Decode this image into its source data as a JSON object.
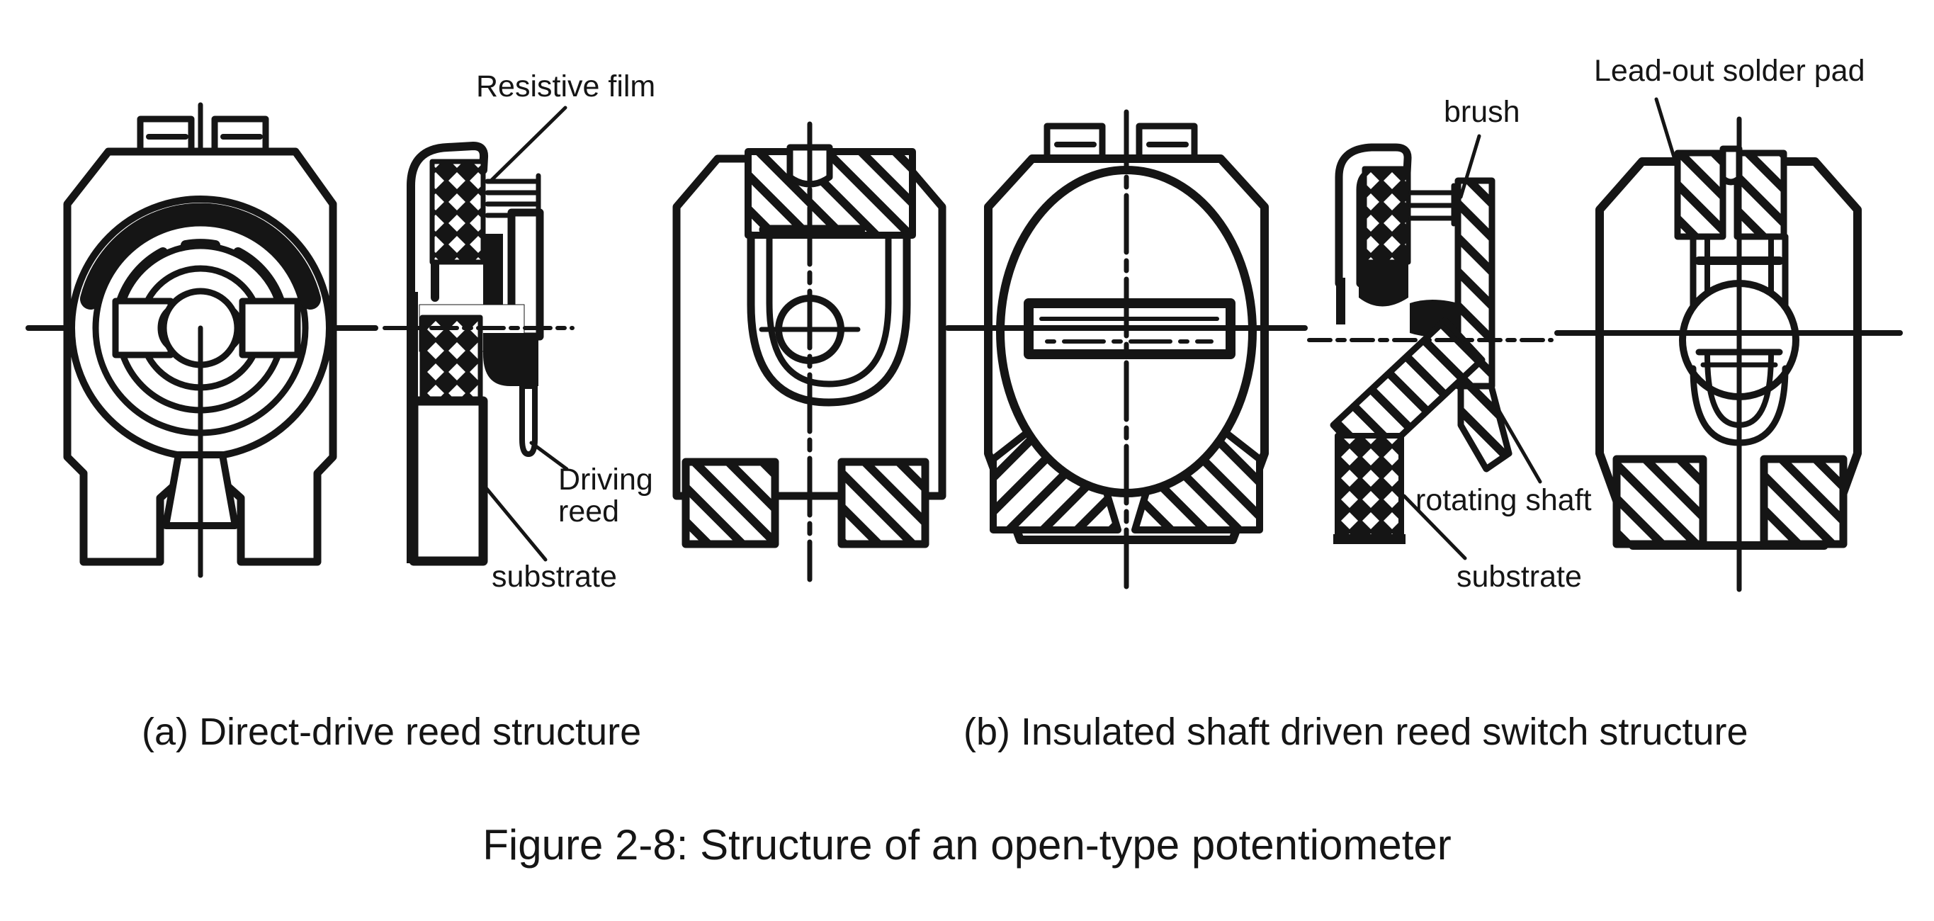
{
  "figure": {
    "title": "Figure 2-8: Structure of an open-type potentiometer",
    "captions": {
      "a": "(a) Direct-drive reed structure",
      "b": "(b) Insulated shaft driven reed switch structure"
    }
  },
  "labels": {
    "resistive_film": "Resistive film",
    "driving_reed_line1": "Driving",
    "driving_reed_line2": "reed",
    "substrate_left": "substrate",
    "brush": "brush",
    "lead_out_solder_pad": "Lead-out solder pad",
    "rotating_shaft": "rotating shaft",
    "substrate_right": "substrate"
  },
  "colors": {
    "ink": "#151515",
    "background": "#ffffff"
  }
}
